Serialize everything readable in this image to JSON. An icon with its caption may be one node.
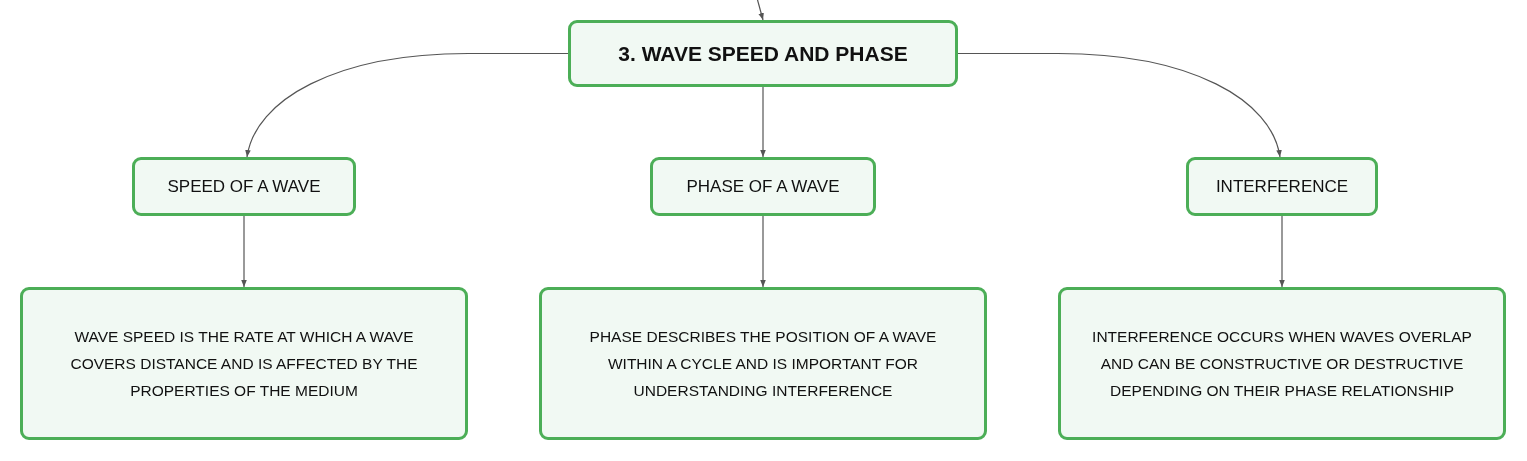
{
  "diagram": {
    "nodes": [
      {
        "text": [
          "3. WAVE SPEED AND PHASE"
        ]
      },
      {
        "text": [
          "SPEED OF A WAVE"
        ]
      },
      {
        "text": [
          "PHASE OF A WAVE"
        ]
      },
      {
        "text": [
          "INTERFERENCE"
        ]
      },
      {
        "text": [
          "WAVE SPEED IS THE RATE AT WHICH A WAVE COVERS DISTANCE AND IS AFFECTED BY THE PROPERTIES OF THE MEDIUM"
        ]
      },
      {
        "text": [
          "PHASE DESCRIBES THE POSITION OF A WAVE WITHIN A CYCLE AND IS IMPORTANT FOR UNDERSTANDING INTERFERENCE"
        ]
      },
      {
        "text": [
          "INTERFERENCE OCCURS WHEN WAVES OVERLAP AND CAN BE CONSTRUCTIVE OR DESTRUCTIVE DEPENDING ON THEIR PHASE RELATIONSHIP"
        ]
      }
    ],
    "edges": [
      {
        "from": null,
        "to": 0,
        "arrow": "to"
      },
      {
        "from": 0,
        "to": 1,
        "arrow": "to"
      },
      {
        "from": 0,
        "to": 2,
        "arrow": "to"
      },
      {
        "from": 0,
        "to": 3,
        "arrow": "to"
      },
      {
        "from": 1,
        "to": 4,
        "arrow": "to"
      },
      {
        "from": 2,
        "to": 5,
        "arrow": "to"
      },
      {
        "from": 3,
        "to": 6,
        "arrow": "to"
      }
    ]
  }
}
